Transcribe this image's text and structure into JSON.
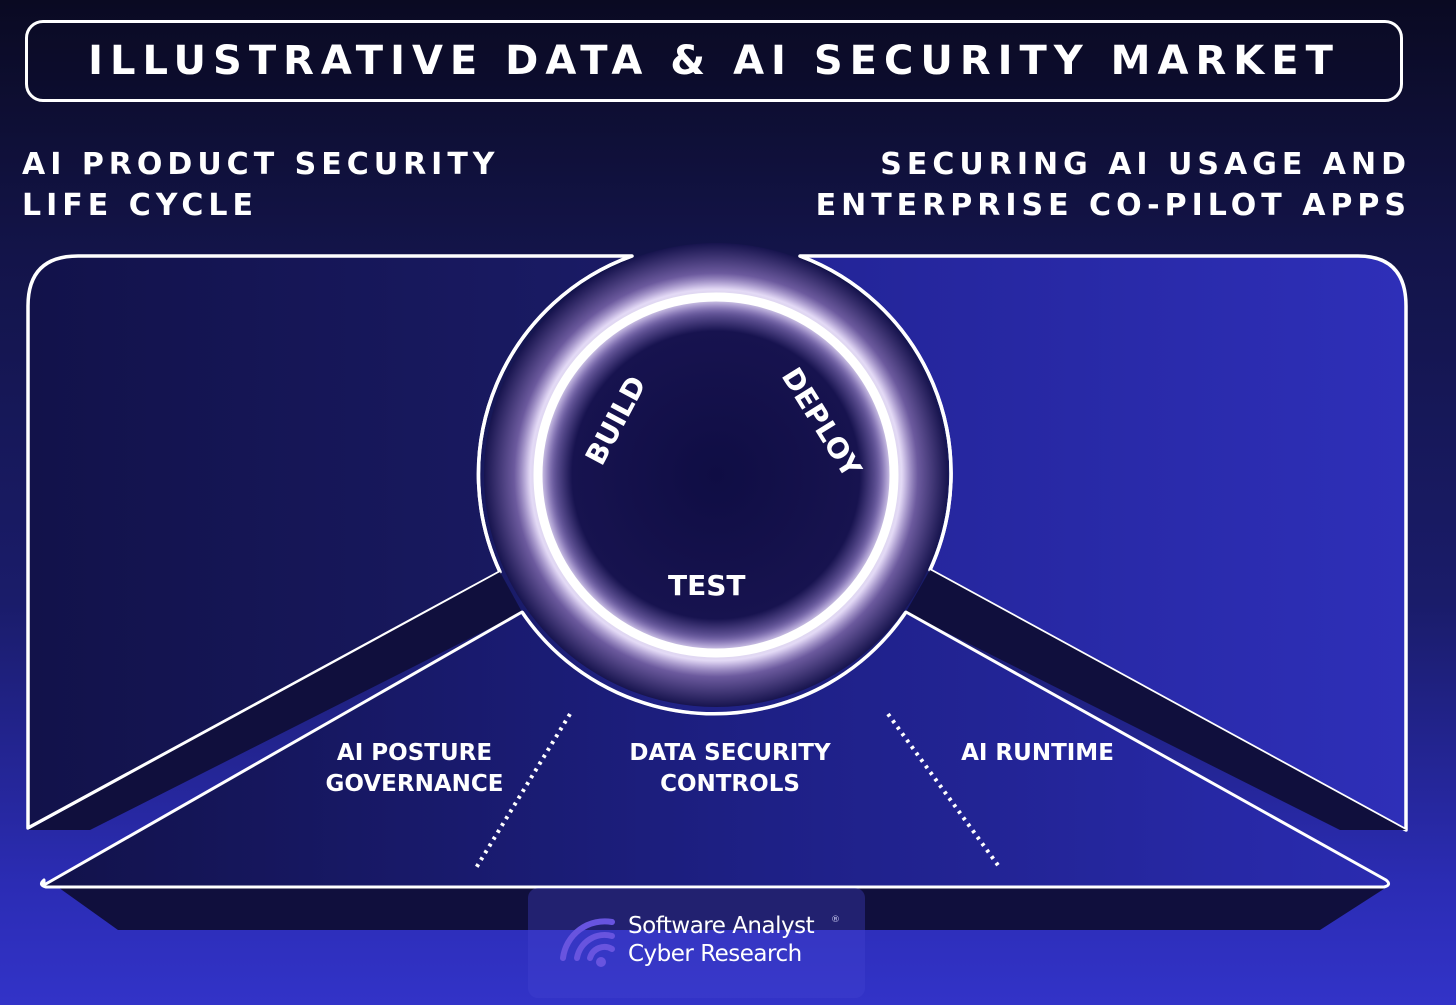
{
  "header": {
    "title": "ILLUSTRATIVE DATA & AI SECURITY MARKET"
  },
  "sections": {
    "left_heading": [
      "AI PRODUCT SECURITY",
      "LIFE CYCLE"
    ],
    "right_heading": [
      "SECURING AI USAGE AND",
      "ENTERPRISE CO-PILOT APPS"
    ]
  },
  "lifecycle": {
    "stages": [
      {
        "label": "BUILD",
        "angle_deg": -62
      },
      {
        "label": "DEPLOY",
        "angle_deg": 58
      },
      {
        "label": "TEST",
        "angle_deg": 0
      }
    ]
  },
  "segments": [
    {
      "lines": [
        "AI  POSTURE",
        "GOVERNANCE"
      ]
    },
    {
      "lines": [
        "DATA SECURITY",
        "CONTROLS"
      ]
    },
    {
      "lines": [
        "AI  RUNTIME"
      ]
    }
  ],
  "branding": {
    "line1": "Software Analyst",
    "line2": "Cyber Research",
    "registered": "®",
    "icon": "wifi-signal-icon",
    "icon_color": "#7b5ce6"
  },
  "colors": {
    "background_top": "#0a0a22",
    "background_bottom": "#3233c8",
    "panel_left": "#15165a",
    "panel_right": "#2b2ca8",
    "arm_dark": "#100f3d",
    "circle_glow": "#b8a4e0",
    "stroke": "#ffffff"
  }
}
